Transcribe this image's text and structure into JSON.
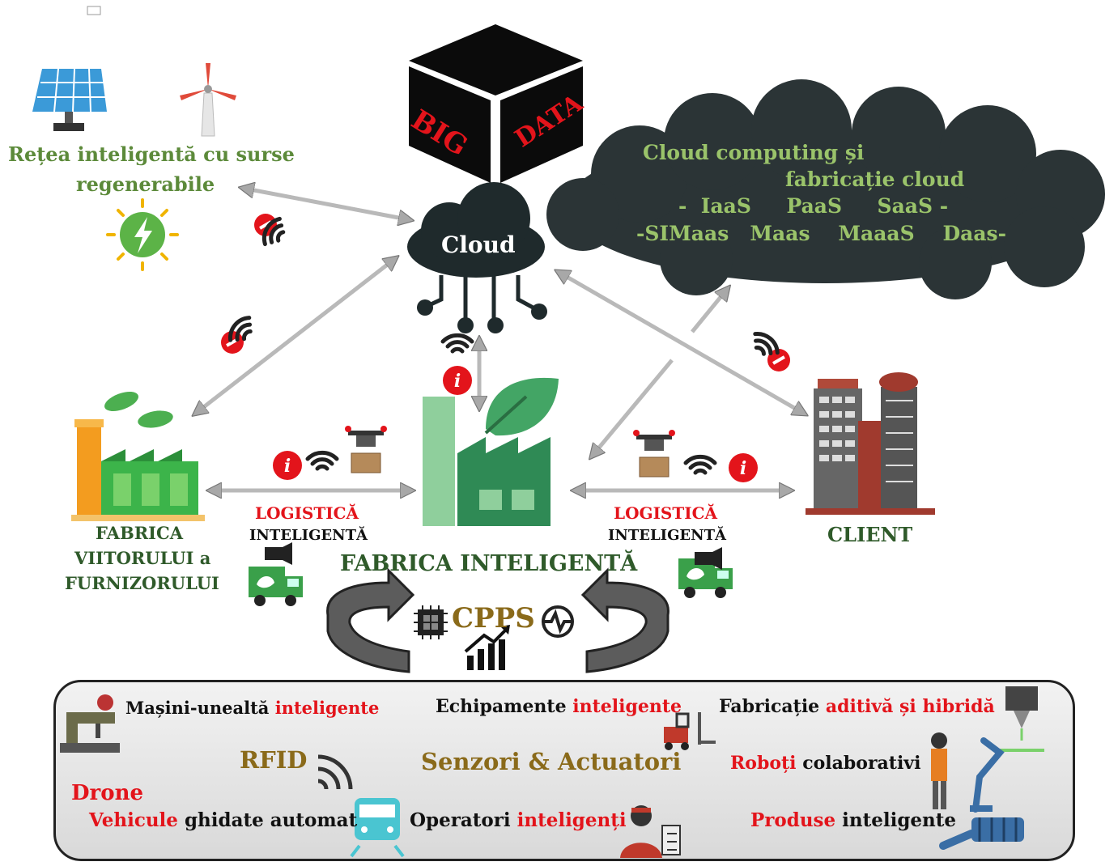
{
  "bigdata": {
    "word1": "BIG",
    "word2": "DATA"
  },
  "cloud": {
    "label": "Cloud"
  },
  "cloud_services": {
    "line1": "Cloud computing și",
    "line2": "fabricație cloud",
    "line3": "-  IaaS     PaaS     SaaS -",
    "line4": "-SIMaas   Maas    MaaaS    Daas-"
  },
  "grid": {
    "line1": "Rețea inteligentă cu surse",
    "line2": "regenerabile"
  },
  "supplier": {
    "line1": "FABRICA",
    "line2": "VIITORULUI a",
    "line3": "FURNIZORULUI"
  },
  "factory": {
    "title": "FABRICA INTELIGENTĂ",
    "cpps": "CPPS"
  },
  "client": {
    "label": "CLIENT"
  },
  "logistics": {
    "left": {
      "line1": "LOGISTICĂ",
      "line2": "INTELIGENTĂ"
    },
    "right": {
      "line1": "LOGISTICĂ",
      "line2": "INTELIGENTĂ"
    }
  },
  "bottom": {
    "masini_a": "Mașini-unealtă ",
    "masini_b": "inteligente",
    "echip_a": "Echipamente ",
    "echip_b": "inteligente",
    "fabr_a": "Fabricație ",
    "fabr_b": "aditivă și hibridă",
    "rfid": "RFID",
    "senzori": "Senzori & Actuatori",
    "roboti_a": "Roboți",
    "roboti_b": " colaborativi",
    "drone": "Drone",
    "vehicule_a": "Vehicule",
    "vehicule_b": " ghidate automat",
    "operatori_a": "Operatori ",
    "operatori_b": "inteligenți",
    "produse_a": "Produse",
    "produse_b": " inteligente"
  },
  "colors": {
    "green_text": "#5c8a3a",
    "red_text": "#e3141b",
    "cloud_dark": "#2b3436",
    "arrow_gray": "#b9b9b9"
  }
}
